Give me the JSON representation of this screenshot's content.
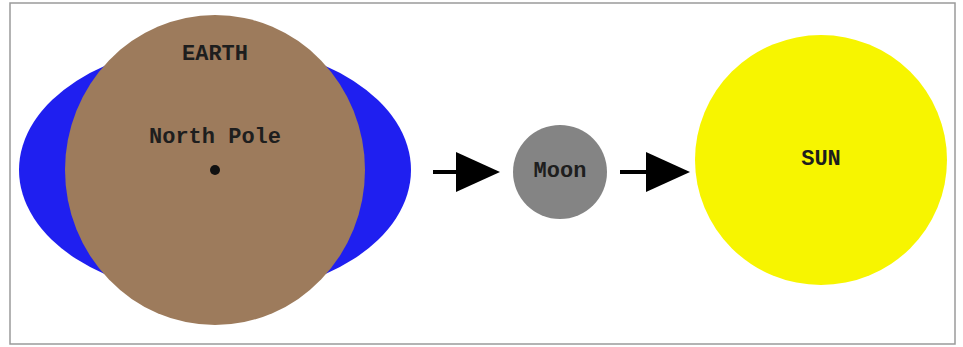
{
  "diagram": {
    "nodes": [
      {
        "text": [
          "EARTH",
          "North Pole"
        ]
      },
      {
        "text": [
          "Moon"
        ]
      },
      {
        "text": [
          "SUN"
        ]
      }
    ],
    "edges": [
      {
        "from": 0,
        "to": 1,
        "arrow": "to"
      },
      {
        "from": 1,
        "to": 2,
        "arrow": "to"
      }
    ]
  }
}
